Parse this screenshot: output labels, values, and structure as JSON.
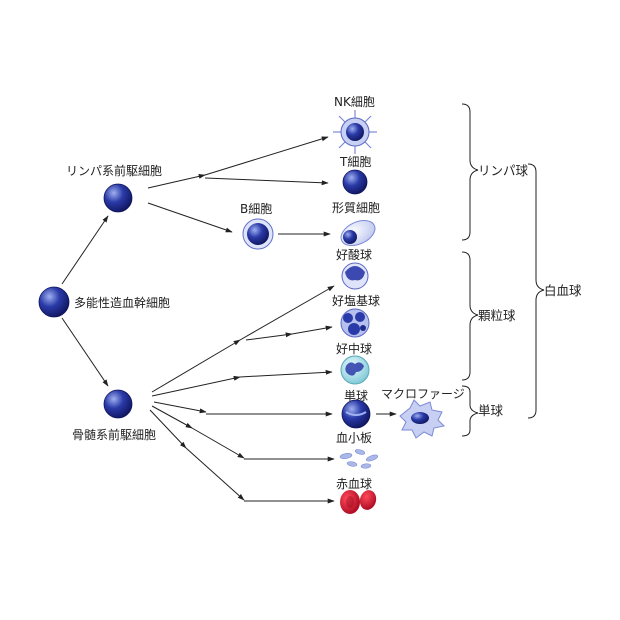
{
  "labels": {
    "hsc": "多能性造血幹細胞",
    "lymphoid_progenitor": "リンパ系前駆細胞",
    "myeloid_progenitor": "骨髄系前駆細胞",
    "b_cell": "B細胞",
    "nk_cell": "NK細胞",
    "t_cell": "T細胞",
    "plasma_cell": "形質細胞",
    "eosinophil": "好酸球",
    "basophil": "好塩基球",
    "neutrophil": "好中球",
    "monocyte": "単球",
    "macrophage": "マクロファージ",
    "platelet": "血小板",
    "erythrocyte": "赤血球"
  },
  "groups": {
    "lymphocyte": "リンパ球",
    "granulocyte": "顆粒球",
    "monocyte_group": "単球",
    "leukocyte": "白血球"
  },
  "colors": {
    "cell_blue": "#1d2a8c",
    "cell_light": "#8a9be0",
    "eosinophil": "#4a58b8",
    "neutrophil_bg": "#cfd6f2",
    "monocyte_body": "#9fd6df",
    "erythrocyte": "#c8102e",
    "platelet": "#aab8e8",
    "line": "#222222"
  }
}
